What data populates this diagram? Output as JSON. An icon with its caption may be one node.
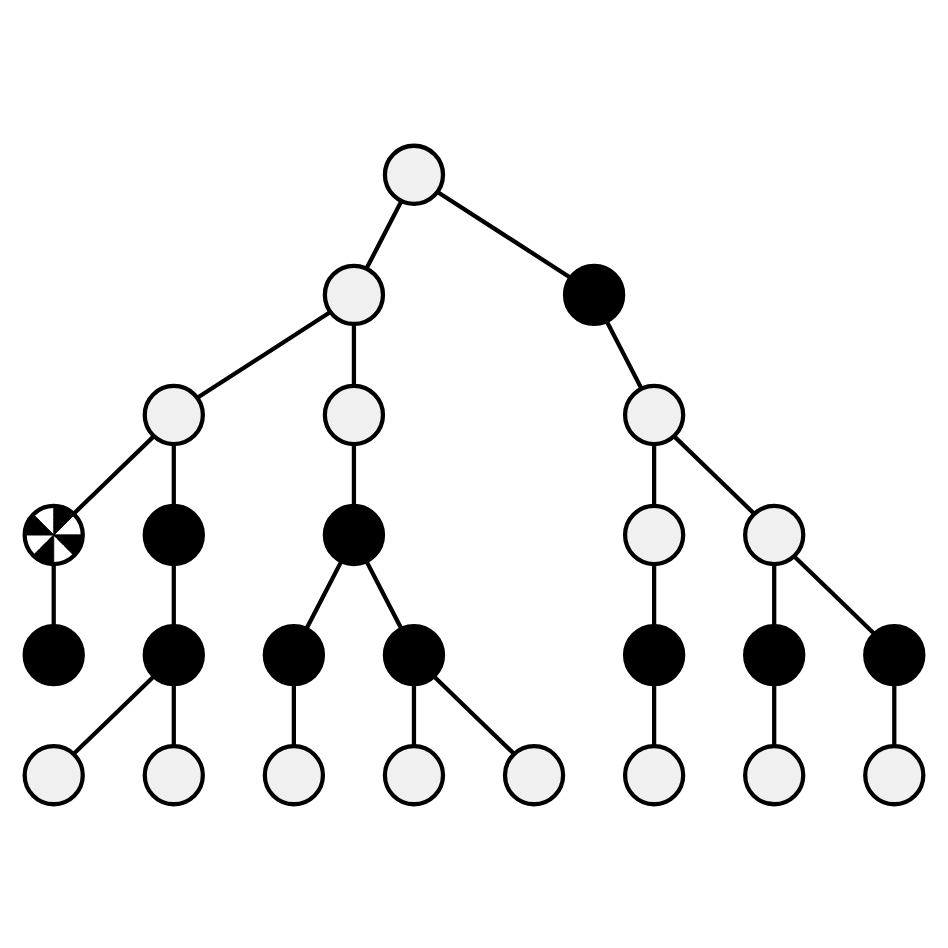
{
  "diagram": {
    "nodes": [
      {
        "text": [],
        "shape": "circle"
      },
      {
        "text": [],
        "shape": "circle"
      },
      {
        "text": [],
        "shape": "circle"
      },
      {
        "text": [],
        "shape": "circle"
      },
      {
        "text": [],
        "shape": "circle"
      },
      {
        "text": [],
        "shape": "circle"
      },
      {
        "text": [],
        "shape": "circle"
      },
      {
        "text": [],
        "shape": "circle"
      },
      {
        "text": [],
        "shape": "circle"
      },
      {
        "text": [],
        "shape": "circle"
      },
      {
        "text": [],
        "shape": "circle"
      },
      {
        "text": [],
        "shape": "circle"
      },
      {
        "text": [],
        "shape": "circle"
      },
      {
        "text": [],
        "shape": "circle"
      },
      {
        "text": [],
        "shape": "circle"
      },
      {
        "text": [],
        "shape": "circle"
      },
      {
        "text": [],
        "shape": "circle"
      },
      {
        "text": [],
        "shape": "circle"
      },
      {
        "text": [],
        "shape": "circle"
      },
      {
        "text": [],
        "shape": "circle"
      },
      {
        "text": [],
        "shape": "circle"
      },
      {
        "text": [],
        "shape": "circle"
      },
      {
        "text": [],
        "shape": "circle"
      },
      {
        "text": [],
        "shape": "circle"
      },
      {
        "text": [],
        "shape": "circle"
      },
      {
        "text": [],
        "shape": "circle"
      }
    ],
    "edges": [
      {
        "from": 0,
        "to": 1,
        "arrow": "none"
      },
      {
        "from": 0,
        "to": 2,
        "arrow": "none"
      },
      {
        "from": 1,
        "to": 3,
        "arrow": "none"
      },
      {
        "from": 1,
        "to": 4,
        "arrow": "none"
      },
      {
        "from": 2,
        "to": 5,
        "arrow": "none"
      },
      {
        "from": 3,
        "to": 6,
        "arrow": "none"
      },
      {
        "from": 3,
        "to": 7,
        "arrow": "none"
      },
      {
        "from": 4,
        "to": 8,
        "arrow": "none"
      },
      {
        "from": 5,
        "to": 9,
        "arrow": "none"
      },
      {
        "from": 5,
        "to": 10,
        "arrow": "none"
      },
      {
        "from": 6,
        "to": 11,
        "arrow": "none"
      },
      {
        "from": 7,
        "to": 12,
        "arrow": "none"
      },
      {
        "from": 8,
        "to": 13,
        "arrow": "none"
      },
      {
        "from": 8,
        "to": 14,
        "arrow": "none"
      },
      {
        "from": 9,
        "to": 15,
        "arrow": "none"
      },
      {
        "from": 10,
        "to": 16,
        "arrow": "none"
      },
      {
        "from": 10,
        "to": 17,
        "arrow": "none"
      },
      {
        "from": 12,
        "to": 18,
        "arrow": "none"
      },
      {
        "from": 12,
        "to": 19,
        "arrow": "none"
      },
      {
        "from": 13,
        "to": 20,
        "arrow": "none"
      },
      {
        "from": 14,
        "to": 21,
        "arrow": "none"
      },
      {
        "from": 14,
        "to": 22,
        "arrow": "none"
      },
      {
        "from": 15,
        "to": 23,
        "arrow": "none"
      },
      {
        "from": 16,
        "to": 24,
        "arrow": "none"
      },
      {
        "from": 17,
        "to": 25,
        "arrow": "none"
      }
    ]
  }
}
